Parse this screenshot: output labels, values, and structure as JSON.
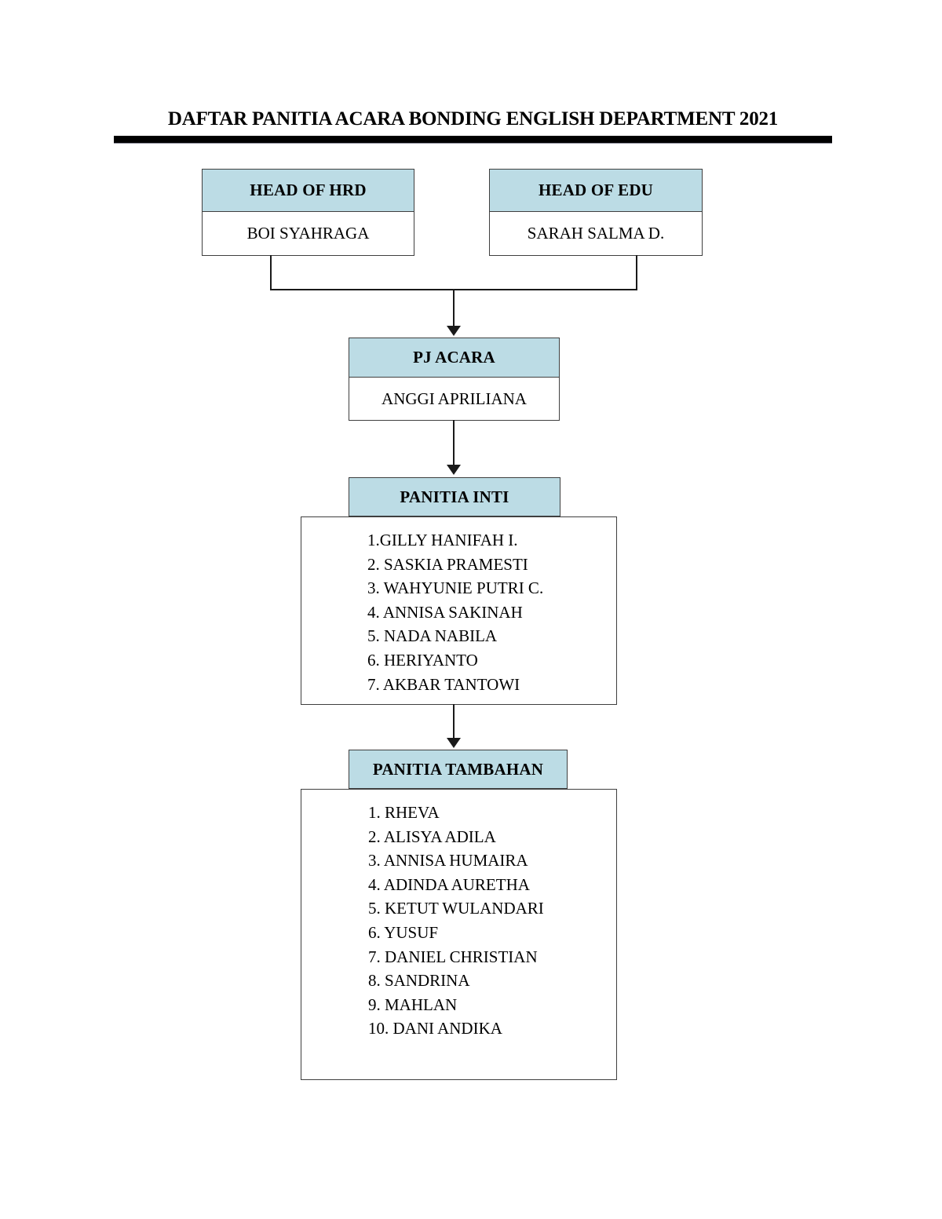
{
  "document": {
    "title": "DAFTAR PANITIA ACARA BONDING ENGLISH DEPARTMENT 2021"
  },
  "colors": {
    "header_fill": "#BCDCE5",
    "border": "#3F3F3F",
    "connector": "#1A1A1A",
    "rule": "#000000"
  },
  "chart_data": {
    "type": "diagram",
    "subtype": "organizational-chart",
    "title": "DAFTAR PANITIA ACARA BONDING ENGLISH DEPARTMENT 2021",
    "nodes": [
      {
        "id": "hrd",
        "label": "HEAD OF HRD",
        "value": "BOI SYAHRAGA",
        "level": 0
      },
      {
        "id": "edu",
        "label": "HEAD OF EDU",
        "value": "SARAH SALMA D.",
        "level": 0
      },
      {
        "id": "pj",
        "label": "PJ ACARA",
        "value": "ANGGI APRILIANA",
        "level": 1
      },
      {
        "id": "inti",
        "label": "PANITIA INTI",
        "level": 2,
        "member_count": 7
      },
      {
        "id": "tambahan",
        "label": "PANITIA TAMBAHAN",
        "level": 3,
        "member_count": 10
      }
    ],
    "edges": [
      {
        "from": "hrd",
        "to": "pj"
      },
      {
        "from": "edu",
        "to": "pj"
      },
      {
        "from": "pj",
        "to": "inti"
      },
      {
        "from": "inti",
        "to": "tambahan"
      }
    ]
  },
  "top_row": {
    "hrd": {
      "header": "HEAD OF HRD",
      "name": "BOI SYAHRAGA"
    },
    "edu": {
      "header": "HEAD OF EDU",
      "name": "SARAH SALMA D."
    }
  },
  "pj_acara": {
    "header": "PJ ACARA",
    "name": "ANGGI APRILIANA"
  },
  "panitia_inti": {
    "header": "PANITIA INTI",
    "members": [
      "1.GILLY HANIFAH I.",
      "2. SASKIA PRAMESTI",
      "3. WAHYUNIE PUTRI C.",
      "4. ANNISA SAKINAH",
      "5. NADA NABILA",
      "6. HERIYANTO",
      "7. AKBAR TANTOWI"
    ]
  },
  "panitia_tambahan": {
    "header": "PANITIA TAMBAHAN",
    "members": [
      "1. RHEVA",
      "2. ALISYA ADILA",
      "3. ANNISA HUMAIRA",
      "4. ADINDA AURETHA",
      "5. KETUT WULANDARI",
      "6. YUSUF",
      "7. DANIEL CHRISTIAN",
      "8. SANDRINA",
      "9. MAHLAN",
      "10. DANI ANDIKA"
    ]
  }
}
